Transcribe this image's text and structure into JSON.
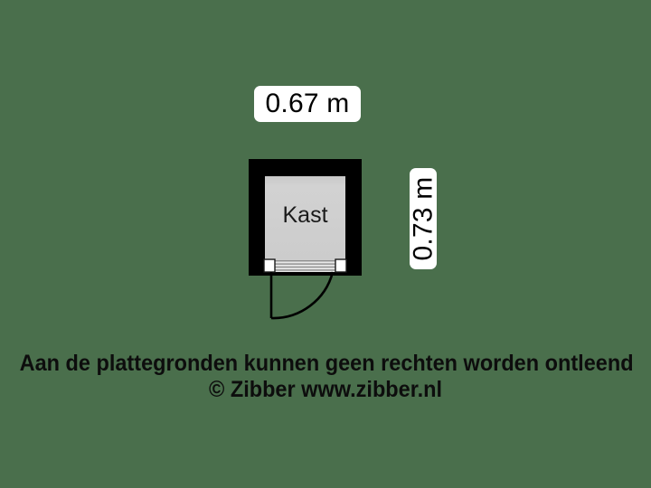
{
  "document": {
    "type": "floor-plan",
    "background_color": "#4a6f4c"
  },
  "room": {
    "name": "Kast",
    "wall_color": "#000000",
    "floor_color": "#cccccc",
    "floor_color_light": "#d6d6d6"
  },
  "dimensions": {
    "width_label": "0.67 m",
    "height_label": "0.73 m",
    "chip_background": "#ffffff",
    "chip_text_color": "#000000"
  },
  "door": {
    "name": "swing-door",
    "line_color": "#000000"
  },
  "footer": {
    "line1": "Aan de plattegronden kunnen geen rechten worden ontleend",
    "line2": "© Zibber www.zibber.nl",
    "text_color": "#0d0d0d"
  }
}
